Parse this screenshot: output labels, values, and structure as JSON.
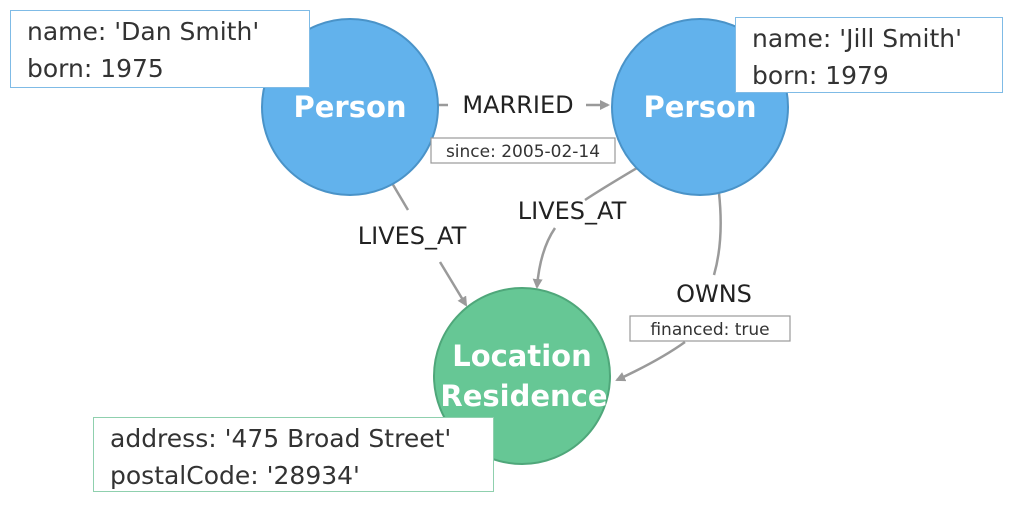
{
  "nodes": {
    "dan": {
      "label": "Person",
      "properties": [
        "name: 'Dan Smith'",
        "born: 1975"
      ]
    },
    "jill": {
      "label": "Person",
      "properties": [
        "name: 'Jill Smith'",
        "born: 1979"
      ]
    },
    "location": {
      "labels": [
        "Location",
        "Residence"
      ],
      "properties": [
        "address: '475 Broad Street'",
        "postalCode: '28934'"
      ]
    }
  },
  "relationships": {
    "married": {
      "type": "MARRIED",
      "property": "since: 2005-02-14"
    },
    "dan_lives_at": {
      "type": "LIVES_AT"
    },
    "jill_lives_at": {
      "type": "LIVES_AT"
    },
    "owns": {
      "type": "OWNS",
      "property": "financed: true"
    }
  },
  "colors": {
    "person": "#62b2ec",
    "location": "#66c795",
    "edge": "#9a9a9a"
  }
}
